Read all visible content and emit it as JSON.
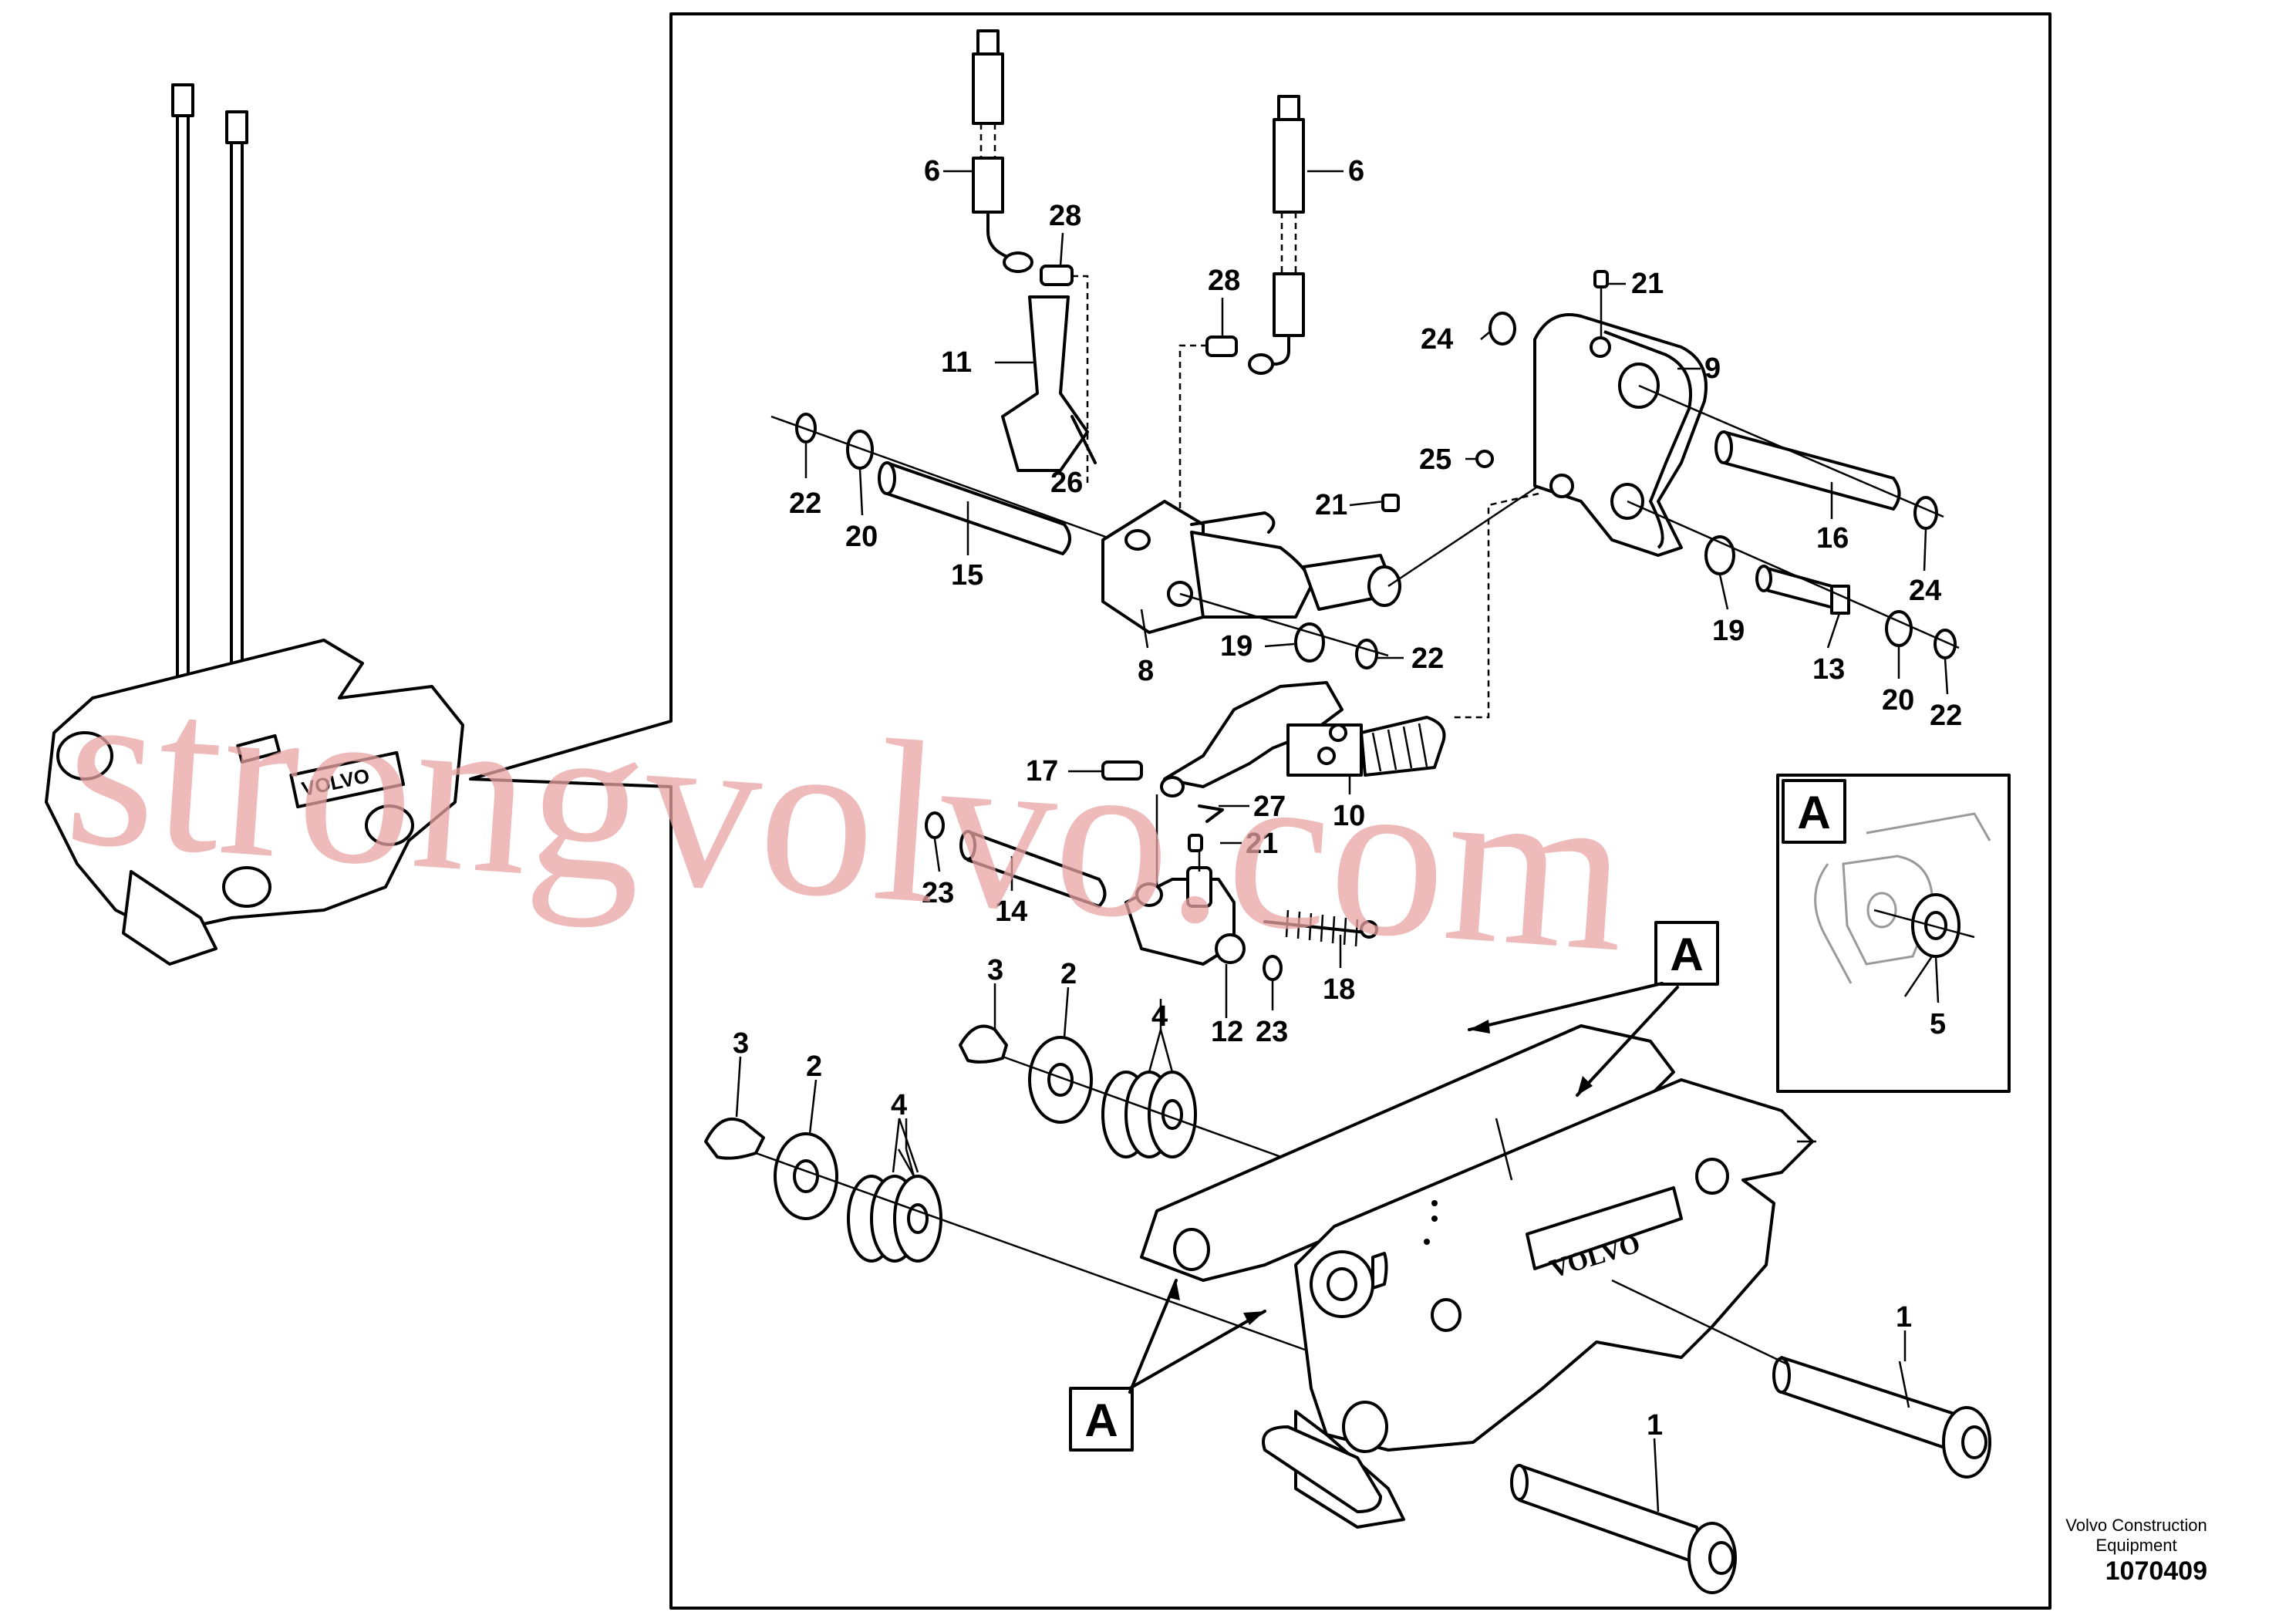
{
  "labels": {
    "l1a": "1",
    "l1b": "1",
    "l2a": "2",
    "l2b": "2",
    "l3a": "3",
    "l3b": "3",
    "l4a": "4",
    "l4b": "4",
    "l5": "5",
    "l6a": "6",
    "l6b": "6",
    "l8": "8",
    "l9": "9",
    "l10": "10",
    "l11": "11",
    "l12": "12",
    "l13": "13",
    "l14": "14",
    "l15": "15",
    "l16": "16",
    "l17": "17",
    "l18": "18",
    "l19a": "19",
    "l19b": "19",
    "l20a": "20",
    "l20b": "20",
    "l21a": "21",
    "l21b": "21",
    "l21c": "21",
    "l22a": "22",
    "l22b": "22",
    "l22c": "22",
    "l23a": "23",
    "l23b": "23",
    "l24a": "24",
    "l24b": "24",
    "l25": "25",
    "l26": "26",
    "l27": "27",
    "l28a": "28",
    "l28b": "28"
  },
  "detail_markers": {
    "a1": "A",
    "a2": "A",
    "a3": "A"
  },
  "emblem": {
    "front": "VOLVO",
    "back": "VOLVO"
  },
  "footer": {
    "brand": "Volvo Construction Equipment",
    "ref": "1070409"
  },
  "watermark": "strongvolvo.com"
}
